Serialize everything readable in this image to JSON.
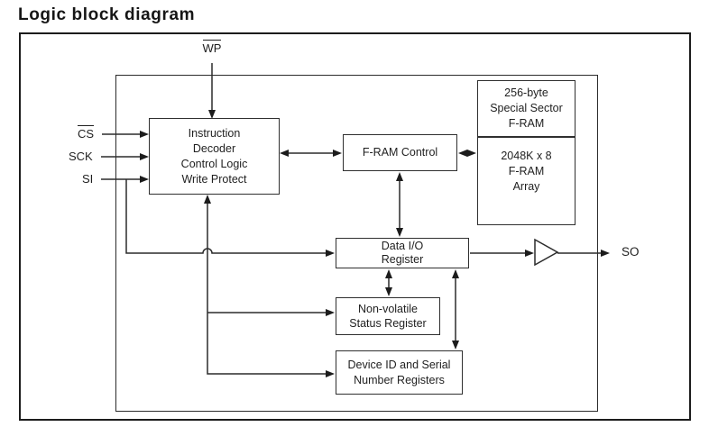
{
  "title": "Logic block diagram",
  "colors": {
    "background": "#ffffff",
    "stroke": "#2b2b2b",
    "text": "#1f1f1f"
  },
  "signals": {
    "wp": "WP",
    "cs": "CS",
    "sck": "SCK",
    "si": "SI",
    "so": "SO"
  },
  "blocks": {
    "instruction_decoder": {
      "lines": [
        "Instruction",
        "Decoder",
        "Control Logic",
        "Write Protect"
      ]
    },
    "fram_control": {
      "label": "F-RAM Control"
    },
    "special_sector": {
      "lines": [
        "256-byte",
        "Special Sector",
        "F-RAM"
      ]
    },
    "fram_array": {
      "lines": [
        "2048K x 8",
        "F-RAM",
        "Array"
      ]
    },
    "data_io_register": {
      "lines": [
        "Data I/O",
        "Register"
      ]
    },
    "nv_status_register": {
      "lines": [
        "Non-volatile",
        "Status Register"
      ]
    },
    "device_id_registers": {
      "lines": [
        "Device ID and Serial",
        "Number Registers"
      ]
    }
  }
}
